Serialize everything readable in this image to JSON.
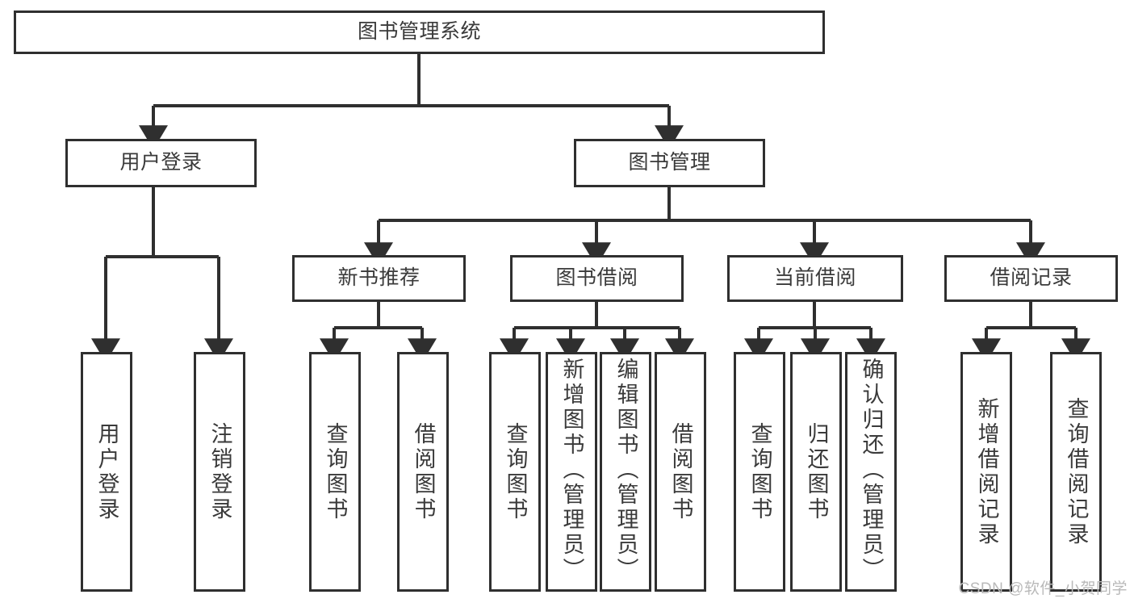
{
  "diagram": {
    "title": "图书管理系统",
    "type": "tree",
    "root": {
      "id": "root",
      "label": "图书管理系统",
      "orientation": "horizontal"
    },
    "level2": [
      {
        "id": "user-login",
        "label": "用户登录",
        "orientation": "horizontal"
      },
      {
        "id": "book-management",
        "label": "图书管理",
        "orientation": "horizontal"
      }
    ],
    "level3": [
      {
        "id": "new-book-recommend",
        "label": "新书推荐",
        "orientation": "horizontal",
        "parent": "book-management"
      },
      {
        "id": "book-borrow",
        "label": "图书借阅",
        "orientation": "horizontal",
        "parent": "book-management"
      },
      {
        "id": "current-borrow",
        "label": "当前借阅",
        "orientation": "horizontal",
        "parent": "book-management"
      },
      {
        "id": "borrow-record",
        "label": "借阅记录",
        "orientation": "horizontal",
        "parent": "book-management"
      }
    ],
    "leaves": [
      {
        "id": "leaf-user-login",
        "label": "用户登录",
        "parent": "user-login",
        "orientation": "vertical"
      },
      {
        "id": "leaf-logout-login",
        "label": "注销登录",
        "parent": "user-login",
        "orientation": "vertical"
      },
      {
        "id": "leaf-query-book-1",
        "label": "查询图书",
        "parent": "new-book-recommend",
        "orientation": "vertical"
      },
      {
        "id": "leaf-borrow-book-1",
        "label": "借阅图书",
        "parent": "new-book-recommend",
        "orientation": "vertical"
      },
      {
        "id": "leaf-query-book-2",
        "label": "查询图书",
        "parent": "book-borrow",
        "orientation": "vertical"
      },
      {
        "id": "leaf-add-book-admin",
        "label": "新增图书（管理员）",
        "parent": "book-borrow",
        "orientation": "vertical"
      },
      {
        "id": "leaf-edit-book-admin",
        "label": "编辑图书（管理员）",
        "parent": "book-borrow",
        "orientation": "vertical"
      },
      {
        "id": "leaf-borrow-book-2",
        "label": "借阅图书",
        "parent": "book-borrow",
        "orientation": "vertical"
      },
      {
        "id": "leaf-query-book-3",
        "label": "查询图书",
        "parent": "current-borrow",
        "orientation": "vertical"
      },
      {
        "id": "leaf-return-book",
        "label": "归还图书",
        "parent": "current-borrow",
        "orientation": "vertical"
      },
      {
        "id": "leaf-confirm-return-admin",
        "label": "确认归还（管理员）",
        "parent": "current-borrow",
        "orientation": "vertical"
      },
      {
        "id": "leaf-add-borrow-record",
        "label": "新增借阅记录",
        "parent": "borrow-record",
        "orientation": "vertical"
      },
      {
        "id": "leaf-query-borrow-record",
        "label": "查询借阅记录",
        "parent": "borrow-record",
        "orientation": "vertical"
      }
    ],
    "colors": {
      "border": "#2f2f2f",
      "text": "#3a3a3a",
      "connector": "#2f2f2f",
      "background": "#ffffff",
      "watermark": "#b9b9b9"
    }
  },
  "watermark": {
    "text": "CSDN @软件_小贺同学"
  }
}
